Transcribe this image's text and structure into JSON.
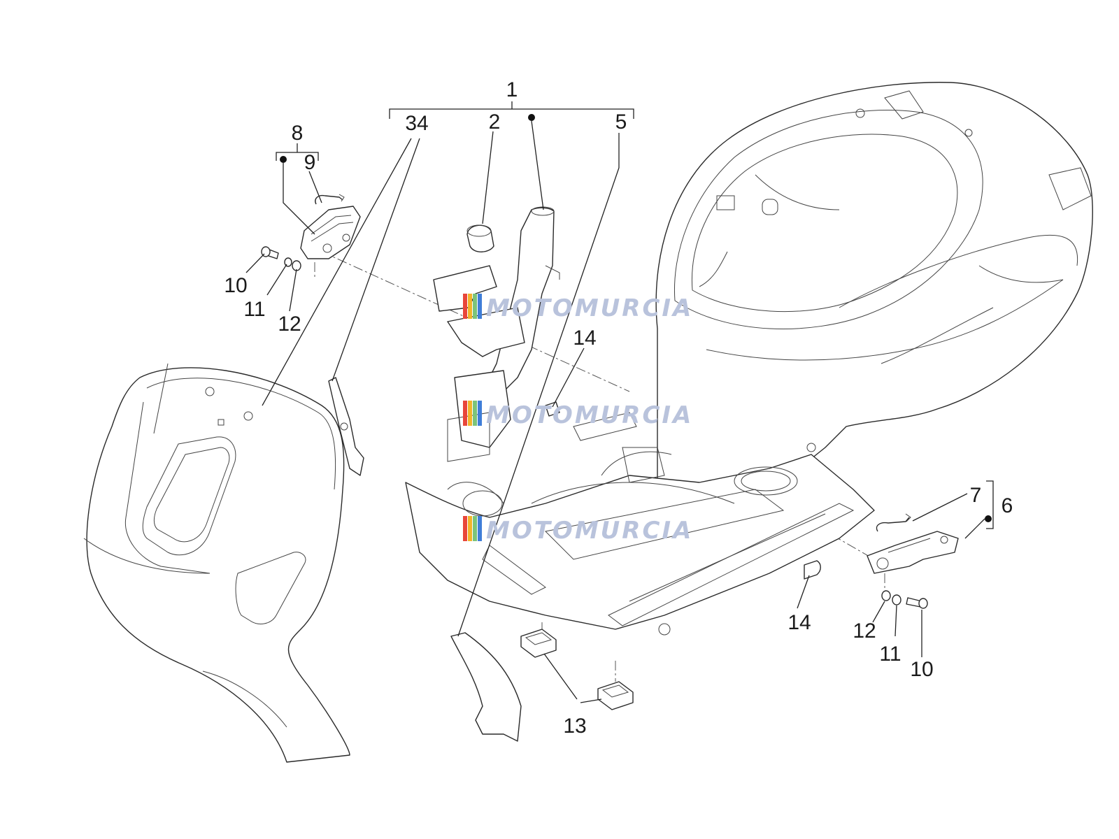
{
  "callouts": {
    "c1": "1",
    "c2": "2",
    "c34": "34",
    "c5": "5",
    "c6": "6",
    "c7": "7",
    "c8": "8",
    "c9": "9",
    "c10a": "10",
    "c11a": "11",
    "c12a": "12",
    "c10b": "10",
    "c11b": "11",
    "c12b": "12",
    "c13": "13",
    "c14a": "14",
    "c14b": "14"
  },
  "watermark": {
    "text": "MOTOMURCIA",
    "colors": [
      "#e8463a",
      "#f2b42a",
      "#7cc47a",
      "#3f7ed8"
    ]
  },
  "colors": {
    "line": "#222222",
    "background": "#ffffff"
  }
}
